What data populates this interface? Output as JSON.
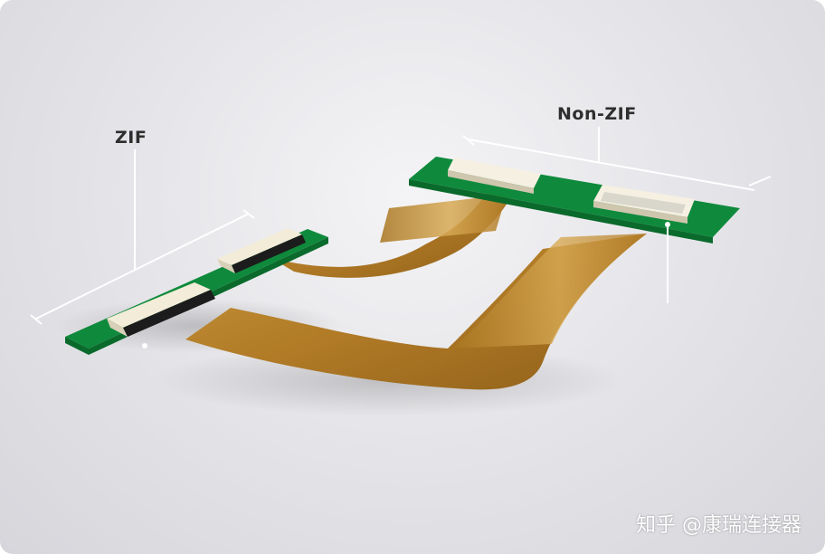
{
  "labels": {
    "zif": "ZIF",
    "non_zif": "Non-ZIF"
  },
  "watermark": "知乎 @康瑞连接器",
  "colors": {
    "pcb": "#0f8a3c",
    "pcb_dark": "#0a6a2c",
    "fpc": "#b8862e",
    "fpc_light": "#d9a94c",
    "connector_body": "#1c1c1c",
    "connector_latch": "#f2ecd8",
    "guide_line": "#ffffff"
  }
}
